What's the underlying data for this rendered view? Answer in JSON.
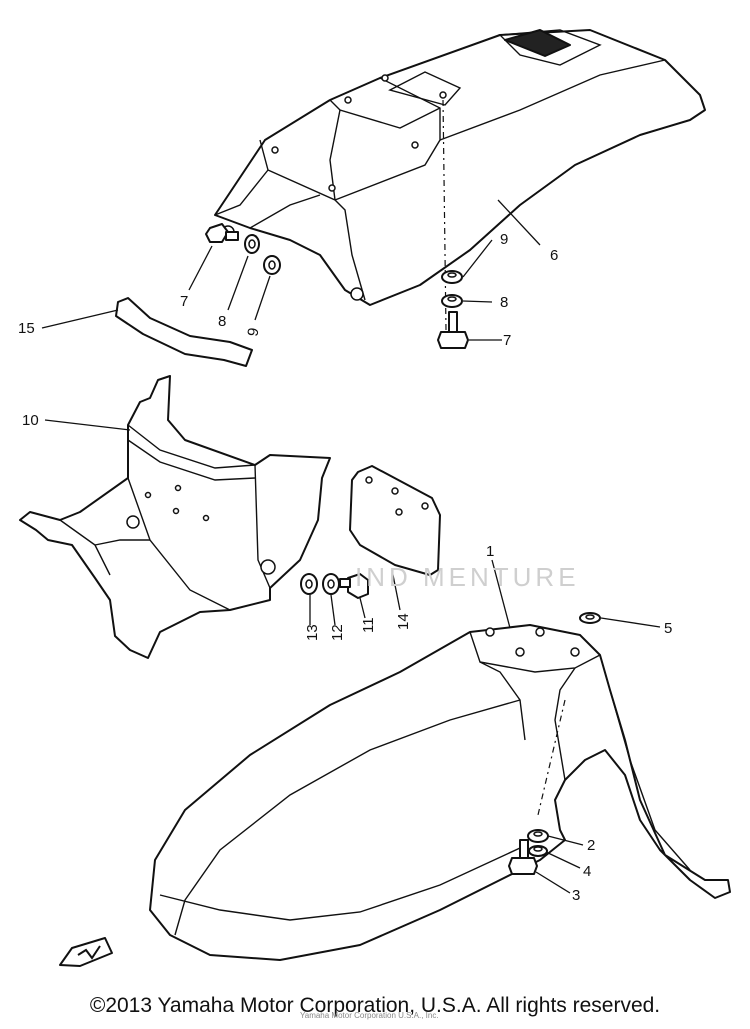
{
  "parts": [
    {
      "id": "rear-fender",
      "callout": "6"
    },
    {
      "id": "bolt-rear-left",
      "callout": "7"
    },
    {
      "id": "washer-rear-left",
      "callout": "8"
    },
    {
      "id": "collar-rear-left",
      "callout": "9"
    },
    {
      "id": "collar-rear-right",
      "callout": "9"
    },
    {
      "id": "washer-rear-right",
      "callout": "8"
    },
    {
      "id": "bolt-rear-right",
      "callout": "7"
    },
    {
      "id": "band",
      "callout": "15"
    },
    {
      "id": "flap",
      "callout": "10"
    },
    {
      "id": "plate",
      "callout": "14"
    },
    {
      "id": "collar-flap",
      "callout": "13"
    },
    {
      "id": "washer-flap",
      "callout": "12"
    },
    {
      "id": "bolt-flap",
      "callout": "11"
    },
    {
      "id": "front-fender",
      "callout": "1"
    },
    {
      "id": "washer-front-top",
      "callout": "5"
    },
    {
      "id": "washer-front-a",
      "callout": "2"
    },
    {
      "id": "washer-front-b",
      "callout": "4"
    },
    {
      "id": "bolt-front",
      "callout": "3"
    }
  ],
  "watermark": "IND MENTURE",
  "copyright": "©2013 Yamaha Motor Corporation, U.S.A. All rights reserved.",
  "credit": "Yamaha Motor Corporation U.S.A., Inc."
}
